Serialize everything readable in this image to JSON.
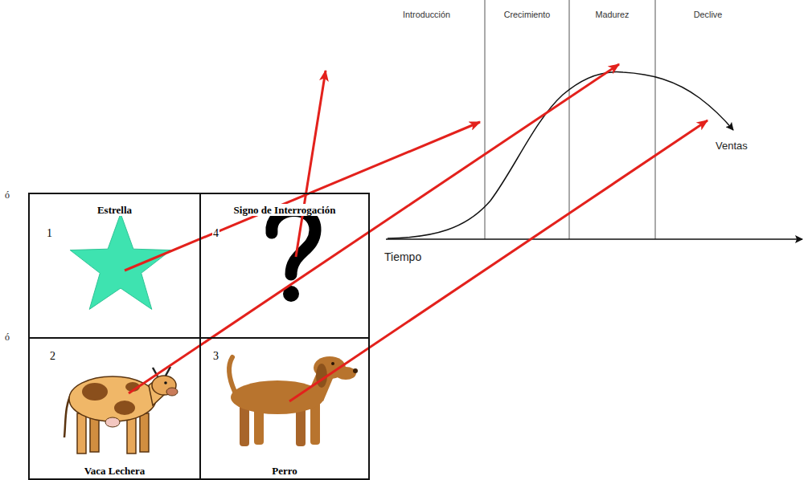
{
  "diagram": {
    "nodes": [
      {
        "text": [
          "Introducción"
        ]
      },
      {
        "text": [
          "Crecimiento"
        ]
      },
      {
        "text": [
          "Madurez"
        ]
      },
      {
        "text": [
          "Declive"
        ]
      },
      {
        "text": [
          "Estrella",
          "1"
        ]
      },
      {
        "text": [
          "Signo de Interrogación",
          "4"
        ]
      },
      {
        "text": [
          "Vaca Lechera",
          "2"
        ]
      },
      {
        "text": [
          "Perro",
          "3"
        ]
      }
    ],
    "edges": [
      {
        "from": 4,
        "to": 0,
        "arrow": "to"
      },
      {
        "from": 6,
        "to": 2,
        "arrow": "to"
      },
      {
        "from": 7,
        "to": 3,
        "arrow": "to"
      }
    ],
    "labels": [
      "Ventas",
      "Tiempo",
      "ó",
      "ó"
    ]
  }
}
